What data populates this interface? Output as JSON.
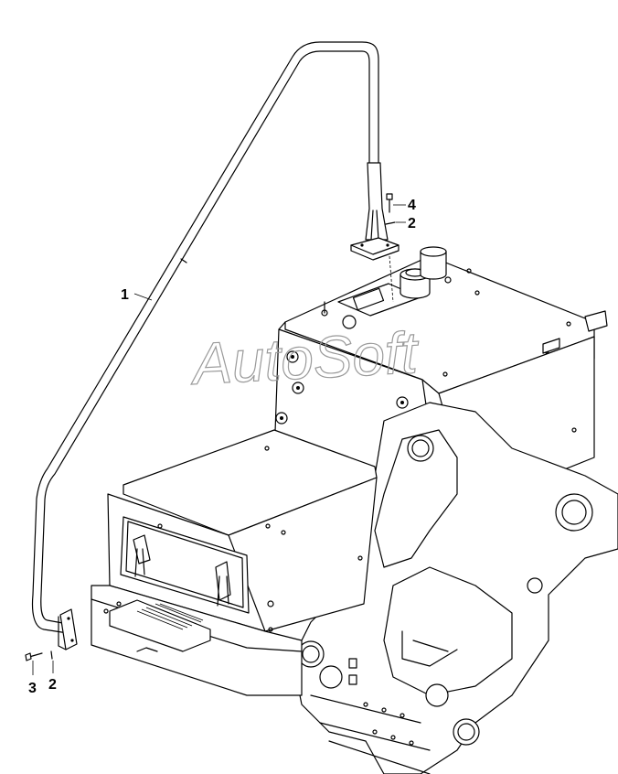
{
  "watermark": {
    "text": "AutoSoft"
  },
  "callouts": [
    {
      "id": "c1",
      "label": "1"
    },
    {
      "id": "c2a",
      "label": "2"
    },
    {
      "id": "c2b",
      "label": "2"
    },
    {
      "id": "c3",
      "label": "3"
    },
    {
      "id": "c4",
      "label": "4"
    }
  ]
}
